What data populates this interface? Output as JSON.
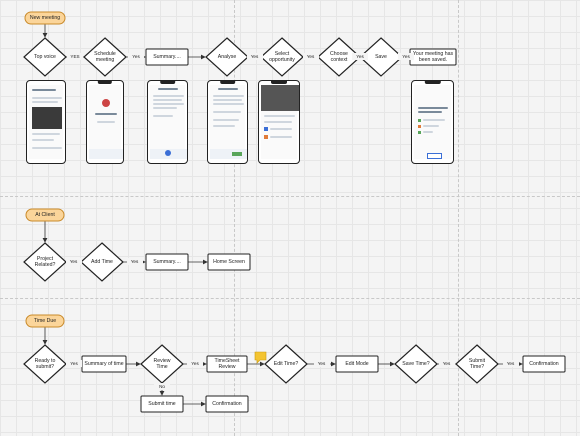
{
  "flows": [
    {
      "start": "New meeting",
      "steps": [
        {
          "type": "diamond",
          "label": "Top voice"
        },
        {
          "type": "edge",
          "label": "YES"
        },
        {
          "type": "diamond",
          "label": "Schedule meeting"
        },
        {
          "type": "edge",
          "label": "Yes"
        },
        {
          "type": "rect",
          "label": "Summary...."
        },
        {
          "type": "edge",
          "label": ""
        },
        {
          "type": "diamond",
          "label": "Analyse"
        },
        {
          "type": "edge",
          "label": "Yes"
        },
        {
          "type": "diamond",
          "label": "Select opportunity"
        },
        {
          "type": "edge",
          "label": "Yes"
        },
        {
          "type": "diamond",
          "label": "Choose context"
        },
        {
          "type": "edge",
          "label": "Yes"
        },
        {
          "type": "diamond",
          "label": "Save"
        },
        {
          "type": "edge",
          "label": "Yes"
        },
        {
          "type": "rect",
          "label": "Your meeting has been saved."
        }
      ]
    },
    {
      "start": "At Client",
      "steps": [
        {
          "type": "diamond",
          "label": "Project Related?"
        },
        {
          "type": "edge",
          "label": "Yes"
        },
        {
          "type": "diamond",
          "label": "Add Time"
        },
        {
          "type": "edge",
          "label": "Yes"
        },
        {
          "type": "rect",
          "label": "Summary...."
        },
        {
          "type": "edge",
          "label": ""
        },
        {
          "type": "rect",
          "label": "Home Screen"
        }
      ]
    },
    {
      "start": "Time Due",
      "steps": [
        {
          "type": "diamond",
          "label": "Ready to submit?"
        },
        {
          "type": "edge",
          "label": "Yes"
        },
        {
          "type": "rect",
          "label": "Summary of time"
        },
        {
          "type": "edge",
          "label": ""
        },
        {
          "type": "diamond",
          "label": "Review Time"
        },
        {
          "type": "edge",
          "label": "Yes"
        },
        {
          "type": "rect",
          "label": "TimeSheet Review"
        },
        {
          "type": "edge",
          "label": ""
        },
        {
          "type": "diamond",
          "label": "Edit Time?"
        },
        {
          "type": "edge",
          "label": "Yes"
        },
        {
          "type": "rect",
          "label": "Edit Mode"
        },
        {
          "type": "edge",
          "label": ""
        },
        {
          "type": "diamond",
          "label": "Save Time?"
        },
        {
          "type": "edge",
          "label": "Yes"
        },
        {
          "type": "diamond",
          "label": "Submit Time?"
        },
        {
          "type": "edge",
          "label": "Yes"
        },
        {
          "type": "rect",
          "label": "Confirmation"
        }
      ],
      "branch": {
        "edge_label": "No",
        "steps": [
          {
            "type": "rect",
            "label": "Submit time"
          },
          {
            "type": "rect",
            "label": "Confirmation"
          }
        ]
      }
    }
  ],
  "comment_icon": "speech-bubble-icon",
  "colors": {
    "start_fill": "#fbd59a",
    "start_stroke": "#c98a2a",
    "comment": "#f4c430"
  }
}
